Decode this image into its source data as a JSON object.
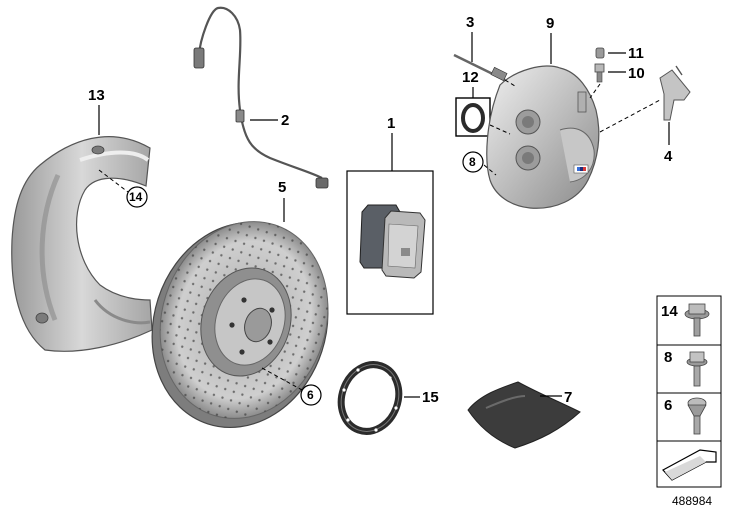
{
  "callouts": {
    "c1": "1",
    "c2": "2",
    "c3": "3",
    "c4": "4",
    "c5": "5",
    "c6": "6",
    "c7": "7",
    "c8": "8",
    "c9": "9",
    "c10": "10",
    "c11": "11",
    "c12": "12",
    "c13": "13",
    "c14": "14",
    "c15": "15"
  },
  "legend": {
    "row1": "14",
    "row2": "8",
    "row3": "6"
  },
  "reference_number": "488984",
  "colors": {
    "metal_light": "#d9d9d9",
    "metal_mid": "#a9a9a9",
    "metal_dark": "#6e6e6e",
    "pad_dark": "#4a4f55",
    "outline": "#000000"
  },
  "icons": {
    "nav_arrow": "arrow-icon"
  }
}
